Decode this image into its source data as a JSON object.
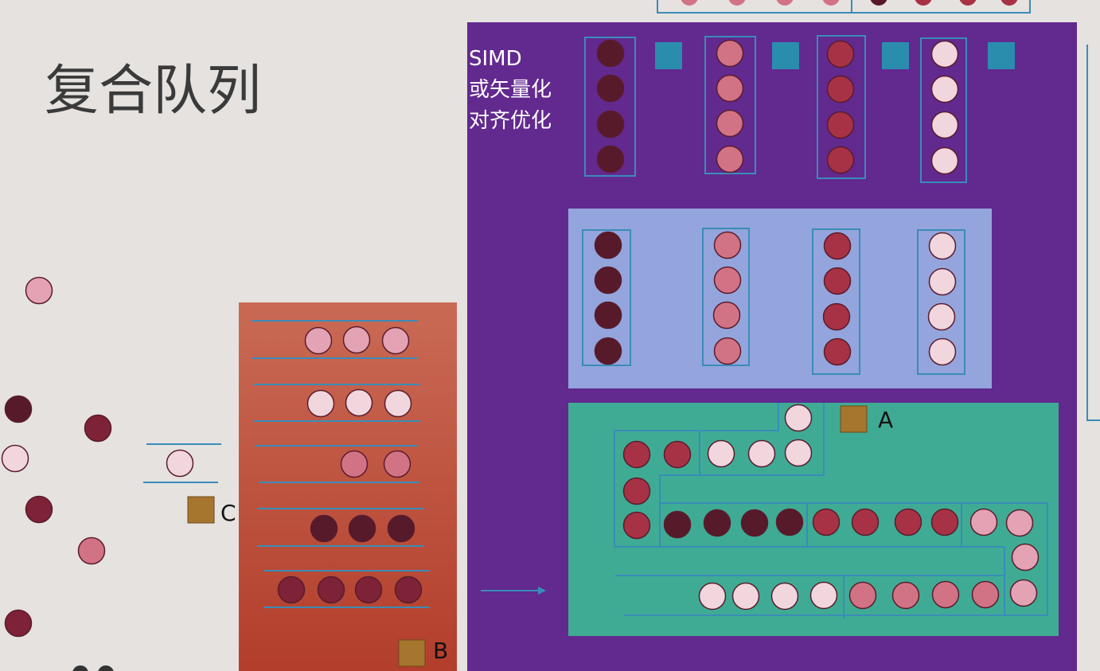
{
  "title": "复合队列",
  "simd_label": [
    "SIMD",
    "或矢量化",
    "对齐优化"
  ],
  "labels": {
    "a": "A",
    "b": "B",
    "c": "C"
  },
  "colors": {
    "background": "#e5e2df",
    "purple_panel": "#62298f",
    "blue_panel": "#93a5dc",
    "green_panel": "#3fab94",
    "red_panel": "#c95b43",
    "frame_line": "#3a8cb8",
    "square_teal": "#2b8dae",
    "square_brown": "#a6752e",
    "dot_dark": "#561a2a",
    "dot_crimson": "#a83245",
    "dot_rose": "#d27385",
    "dot_light_pink": "#e4a3b4",
    "dot_pale": "#f2d6de",
    "dot_stroke": "#5a1c2c"
  },
  "icons": {
    "simd_marker": "teal-square-icon",
    "label_marker": "brown-square-icon",
    "flow": "arrow-right-icon"
  }
}
